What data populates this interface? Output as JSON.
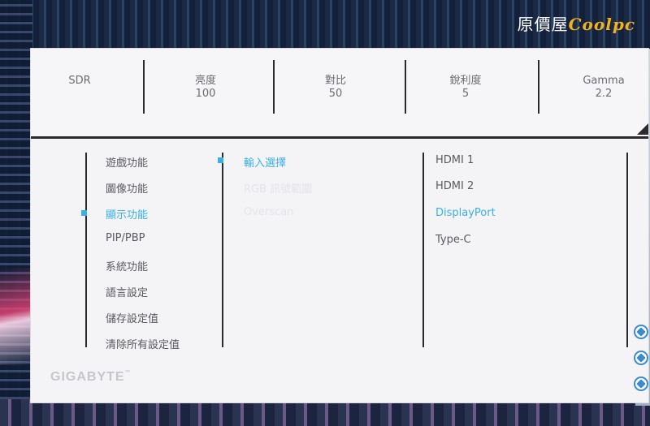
{
  "watermark": {
    "prefix": "原價屋",
    "brand": "Coolpc"
  },
  "topbar": [
    {
      "label": "SDR",
      "value": ""
    },
    {
      "label": "亮度",
      "value": "100"
    },
    {
      "label": "對比",
      "value": "50"
    },
    {
      "label": "銳利度",
      "value": "5"
    },
    {
      "label": "Gamma",
      "value": "2.2"
    }
  ],
  "main_menu": [
    {
      "label": "遊戲功能"
    },
    {
      "label": "圖像功能"
    },
    {
      "label": "顯示功能",
      "active": true
    },
    {
      "label": "PIP/PBP"
    },
    {
      "label": "系統功能"
    },
    {
      "label": "語言設定"
    },
    {
      "label": "儲存設定值"
    },
    {
      "label": "清除所有設定值"
    }
  ],
  "sub_menu": [
    {
      "label": "輸入選擇",
      "active": true
    },
    {
      "label": "RGB 訊號範圍",
      "disabled": true
    },
    {
      "label": "Overscan",
      "disabled": true
    }
  ],
  "options": [
    {
      "label": "HDMI 1"
    },
    {
      "label": "HDMI 2"
    },
    {
      "label": "DisplayPort",
      "active": true
    },
    {
      "label": "Type-C"
    }
  ],
  "logo": "GIGABYTE",
  "colors": {
    "accent": "#3ab0e6",
    "panel": "#f4f3f6",
    "rule": "#2a2a2e"
  }
}
